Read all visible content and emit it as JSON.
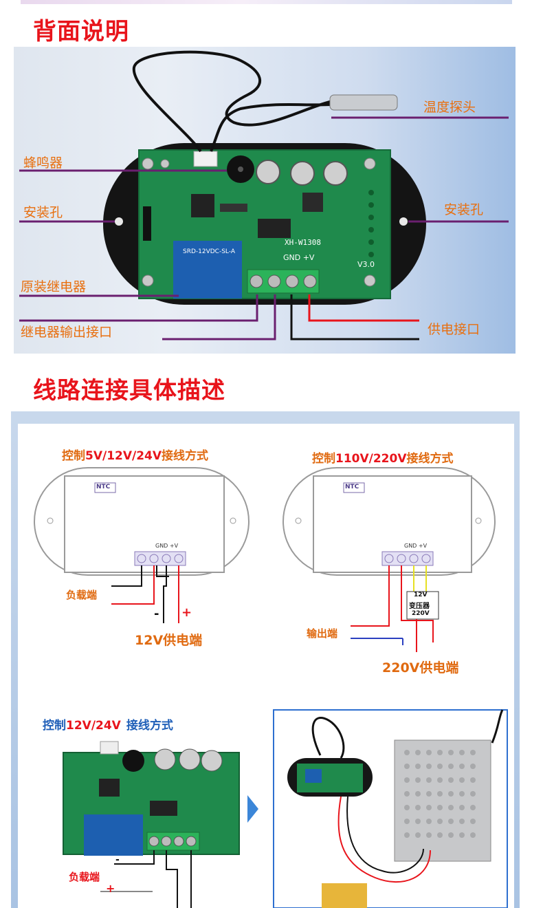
{
  "headings": {
    "back": "背面说明",
    "wiring": "线路连接具体描述"
  },
  "back_labels": {
    "probe": "温度探头",
    "buzzer": "蜂鸣器",
    "mount_left": "安装孔",
    "mount_right": "安装孔",
    "relay": "原装继电器",
    "relay_port": "继电器输出接口",
    "power_port": "供电接口"
  },
  "board_text": {
    "model": "XH-W1308",
    "gnd": "GND +V",
    "version": "V3.0",
    "relay_text": "SRD-12VDC-SL-A"
  },
  "diagram_left": {
    "title_a": "控制",
    "title_b": "5V/12V/24V",
    "title_c": "接线方式",
    "ntc": "NTC",
    "gnd": "GND +V",
    "load": "负载端",
    "minus": "-",
    "plus": "+",
    "supply": "12V供电端"
  },
  "diagram_right": {
    "title_a": "控制",
    "title_b": "110V/220V",
    "title_c": "接线方式",
    "ntc": "NTC",
    "gnd": "GND +V",
    "t12": "12V",
    "transformer": "变压器",
    "t220": "220V",
    "output": "输出端",
    "supply": "220V供电端"
  },
  "bottom_left": {
    "title_a": "控制",
    "title_b": "12V/24V",
    "title_c": "接线方式",
    "load": "负载端",
    "minus": "-",
    "plus": "+"
  },
  "colors": {
    "heading": "#e8141b",
    "label": "#e86f0f",
    "wire_purple": "#6a1f6f",
    "wire_red": "#e8141b",
    "board": "#1f8a4c"
  }
}
